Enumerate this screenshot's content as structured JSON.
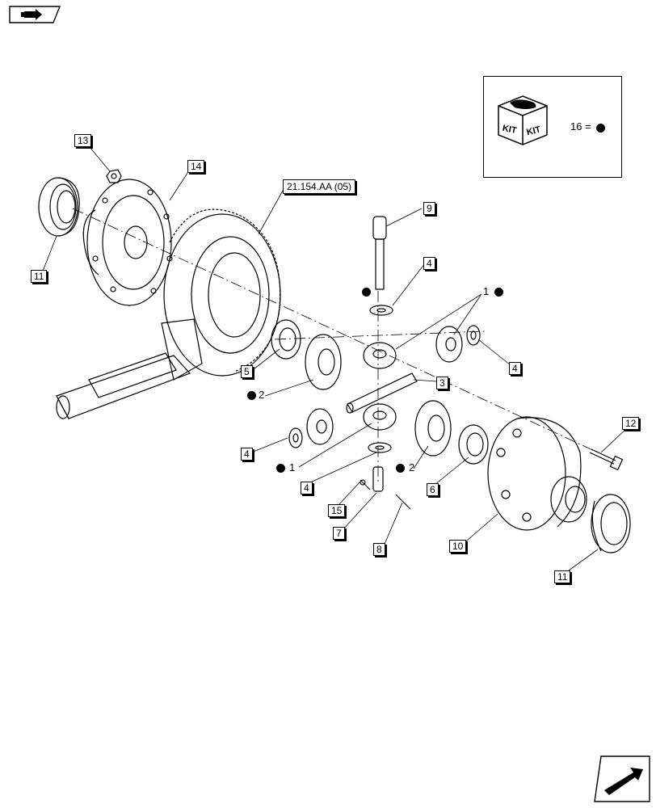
{
  "reference_label": "21.154.AA (05)",
  "kit": {
    "legend": "16 =",
    "icon_text": "KIT"
  },
  "callouts": [
    {
      "id": "c13",
      "text": "13"
    },
    {
      "id": "c14",
      "text": "14"
    },
    {
      "id": "c11a",
      "text": "11"
    },
    {
      "id": "c9",
      "text": "9"
    },
    {
      "id": "c4a",
      "text": "4"
    },
    {
      "id": "c4b",
      "text": "4"
    },
    {
      "id": "c5",
      "text": "5"
    },
    {
      "id": "c3",
      "text": "3"
    },
    {
      "id": "c4c",
      "text": "4"
    },
    {
      "id": "c4d",
      "text": "4"
    },
    {
      "id": "c15",
      "text": "15"
    },
    {
      "id": "c7",
      "text": "7"
    },
    {
      "id": "c6",
      "text": "6"
    },
    {
      "id": "c8",
      "text": "8"
    },
    {
      "id": "c10",
      "text": "10"
    },
    {
      "id": "c11b",
      "text": "11"
    },
    {
      "id": "c12",
      "text": "12"
    }
  ],
  "kit_item_labels": [
    {
      "id": "k1a",
      "text": "1"
    },
    {
      "id": "k2a",
      "text": "2"
    },
    {
      "id": "k1b",
      "text": "1"
    },
    {
      "id": "k2b",
      "text": "2"
    }
  ],
  "colors": {
    "line": "#000000",
    "background": "#ffffff"
  },
  "icons": {
    "top_nav": "previous-page-arrow-icon",
    "bottom_nav": "next-page-arrow-icon"
  }
}
